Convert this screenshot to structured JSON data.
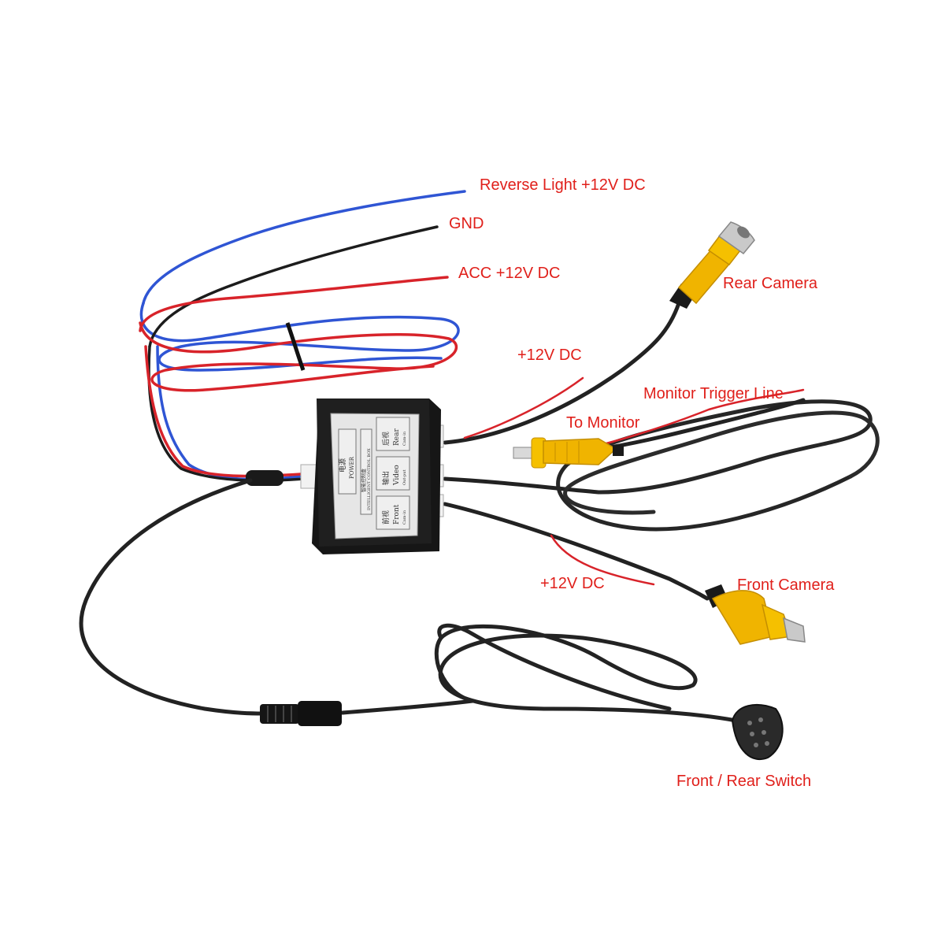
{
  "colors": {
    "label": "#e0201b",
    "wire_red": "#d8232a",
    "wire_blue": "#2f55d4",
    "wire_black": "#1c1c1c",
    "cable_black": "#222222",
    "rca_yellow": "#f0b400",
    "box_body": "#1f1f1f",
    "box_panel": "#e6e6e6"
  },
  "labels": {
    "reverse_light": "Reverse Light +12V DC",
    "gnd": "GND",
    "acc": "ACC +12V DC",
    "rear_camera": "Rear Camera",
    "rear_12v": "+12V DC",
    "monitor_trigger": "Monitor Trigger Line",
    "to_monitor": "To Monitor",
    "front_12v": "+12V DC",
    "front_camera": "Front Camera",
    "switch": "Front / Rear Switch"
  },
  "control_box": {
    "power_cn": "电源",
    "power_en": "POWER",
    "title_cn": "智能控制盒",
    "title_en": "INTELLIGENT CONTROL BOX",
    "rear_cn": "后视",
    "rear_en": "Rear",
    "rear_sub": "Cam-in",
    "video_cn": "输出",
    "video_en": "Video",
    "video_sub": "Out-put",
    "front_cn": "前视",
    "front_en": "Front",
    "front_sub": "Cam-in"
  },
  "icons": {
    "switch_button": "push-button-switch-icon",
    "rca_plug": "rca-plug-icon"
  }
}
